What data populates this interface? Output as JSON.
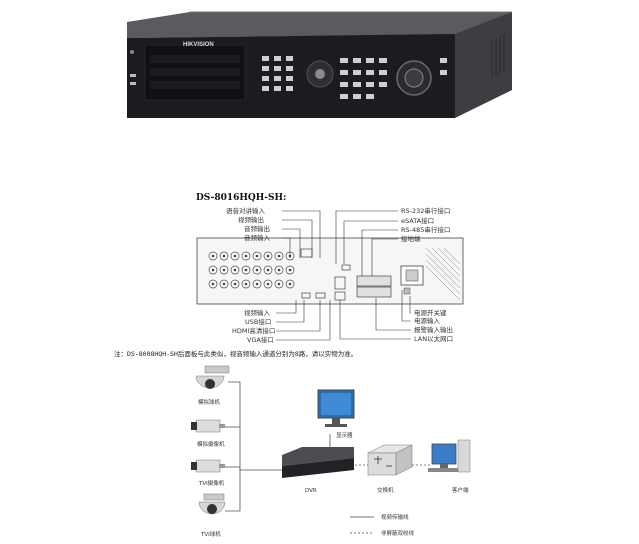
{
  "dvr_front": {
    "brand": "HIKVISION"
  },
  "rear_panel": {
    "title": "DS-8016HQH-SH:",
    "labels_top_left": [
      "语音对讲输入",
      "视频输出",
      "音频输出",
      "音频输入"
    ],
    "labels_top_right": [
      "RS-232串行接口",
      "eSATA接口",
      "RS-485串行接口",
      "接地端"
    ],
    "labels_bottom_left": [
      "视频输入",
      "USB接口",
      "HDMI高清接口",
      "VGA接口"
    ],
    "labels_bottom_right": [
      "电源开关键",
      "电源输入",
      "报警输入输出",
      "LAN以太网口"
    ],
    "note": "注：DS-8008HQH-SH后面板与此类似，视音频输入通道分别为8路，请以实物为准。"
  },
  "network": {
    "cameras": [
      "模拟球机",
      "模拟摄像机",
      "TVI摄像机",
      "TVI球机"
    ],
    "dvr": "DVR",
    "monitor": "显示器",
    "switch": "交换机",
    "client": "客户端",
    "legend": [
      "视频传输线",
      "非屏蔽双绞线"
    ]
  }
}
